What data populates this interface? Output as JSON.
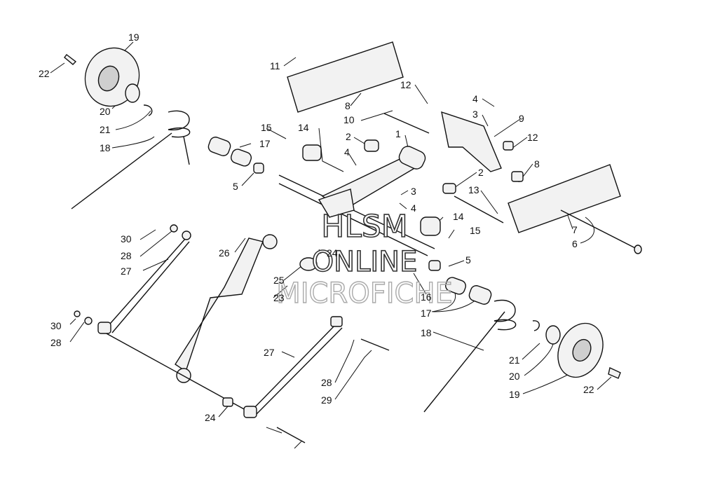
{
  "watermark": {
    "line1": "HLSM",
    "line2": "ONLINE",
    "line3": "MICROFICHE"
  },
  "callouts": {
    "c19a": "19",
    "c22a": "22",
    "c20a": "20",
    "c21a": "21",
    "c18a": "18",
    "c11": "11",
    "c8a": "8",
    "c10": "10",
    "c12a": "12",
    "c4a": "4",
    "c3a": "3",
    "c9": "9",
    "c12b": "12",
    "c15a": "15",
    "c14a": "14",
    "c2a": "2",
    "c1": "1",
    "c17a": "17",
    "c4b": "4",
    "c5a": "5",
    "c2b": "2",
    "c13": "13",
    "c8b": "8",
    "c3b": "3",
    "c4c": "4",
    "c14b": "14",
    "c15b": "15",
    "c7": "7",
    "c6": "6",
    "c30a": "30",
    "c28a": "28",
    "c27a": "27",
    "c26": "26",
    "c24a": "24",
    "c25": "25",
    "c23": "23",
    "c5b": "5",
    "c16": "16",
    "c17b": "17",
    "c18b": "18",
    "c30b": "30",
    "c28b": "28",
    "c27b": "27",
    "c28c": "28",
    "c29": "29",
    "c24b": "24",
    "c21b": "21",
    "c20b": "20",
    "c19b": "19",
    "c22b": "22"
  }
}
